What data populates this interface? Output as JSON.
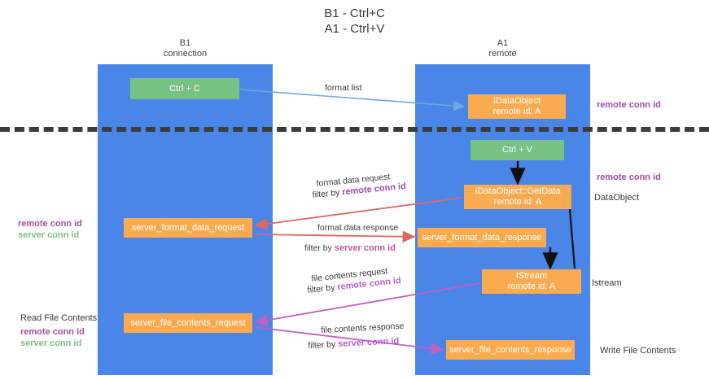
{
  "title": "B1 - Ctrl+C\nA1 - Ctrl+V",
  "title_line1": "B1 - Ctrl+C",
  "title_line2": "A1 - Ctrl+V",
  "lanes": [
    {
      "name": "B1",
      "sub": "connection",
      "color": "#4a86e8"
    },
    {
      "name": "A1",
      "sub": "remote",
      "color": "#4a86e8"
    }
  ],
  "nodes": {
    "ctrl_c": {
      "label": "Ctrl + C",
      "color": "#76c183"
    },
    "idataobject": {
      "line1": "IDataObject",
      "line2": "remote id: A",
      "color": "#fbab4f"
    },
    "ctrl_v": {
      "label": "Ctrl + V",
      "color": "#76c183"
    },
    "getdata": {
      "line1": "IDataObject::GetData",
      "line2": "remote id: A",
      "color": "#fbab4f"
    },
    "server_format_data_request": {
      "label": "server_format_data_request",
      "color": "#fbab4f"
    },
    "server_format_data_response": {
      "label": "server_format_data_response",
      "color": "#fbab4f"
    },
    "istream": {
      "line1": "IStream",
      "line2": "remote id: A",
      "color": "#fbab4f"
    },
    "server_file_contents_request": {
      "label": "server_file_contents_request",
      "color": "#fbab4f"
    },
    "server_file_contents_response": {
      "label": "server_file_contents_response",
      "color": "#fbab4f"
    }
  },
  "edges": {
    "format_list": {
      "label": "format list",
      "color": "#6fa8dc"
    },
    "format_data_request": {
      "label": "format data request",
      "filter_prefix": "filter by ",
      "filter_key": "remote conn id",
      "color": "#e06666"
    },
    "format_data_response": {
      "label": "format data response",
      "filter_prefix": "filter by ",
      "filter_key": "server conn id",
      "color": "#e06666"
    },
    "file_contents_request": {
      "label": "file contents request",
      "filter_prefix": "filter by ",
      "filter_key": "remote conn id",
      "color": "#c060c0"
    },
    "file_contents_response": {
      "label": "file contents response",
      "filter_prefix": "filter by ",
      "filter_key": "server conn id",
      "color": "#c060c0"
    }
  },
  "annotations": {
    "remote_conn_id_top": "remote conn id",
    "remote_conn_id_mid": "remote conn id",
    "dataobject": "DataObject",
    "istream": "Istream",
    "write_file_contents": "Write File Contents",
    "read_file_contents": "Read File Contents",
    "remote_conn_id_left": "remote conn id",
    "server_conn_id_left": "server conn id",
    "remote_conn_id_left2": "remote conn id",
    "server_conn_id_left2": "server conn id"
  },
  "colors": {
    "lane": "#4a86e8",
    "green_node": "#76c183",
    "orange_node": "#fbab4f",
    "purple_text": "#a64ca6",
    "green_text": "#76c183",
    "divider": "#3c3c3c",
    "blue_arrow": "#6fa8dc",
    "red_arrow": "#e06666",
    "magenta_arrow": "#c060c0"
  }
}
